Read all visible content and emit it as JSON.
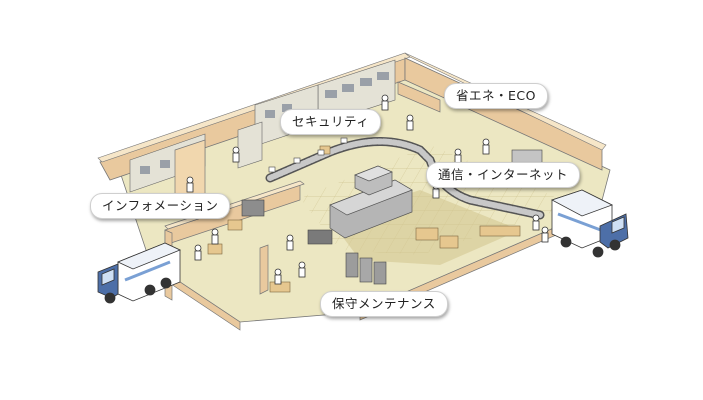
{
  "labels": {
    "eco": "省エネ・ECO",
    "security": "セキュリティ",
    "network": "通信・インターネット",
    "information": "インフォメーション",
    "maintenance": "保守メンテナンス"
  },
  "colors": {
    "floor_light": "#ece7c2",
    "floor_dark": "#d2c48e",
    "wall_top": "#f6e6c8",
    "wall_side": "#e9c99e",
    "truck_cab": "#4d6fa8",
    "machine": "#b5b5b5"
  }
}
